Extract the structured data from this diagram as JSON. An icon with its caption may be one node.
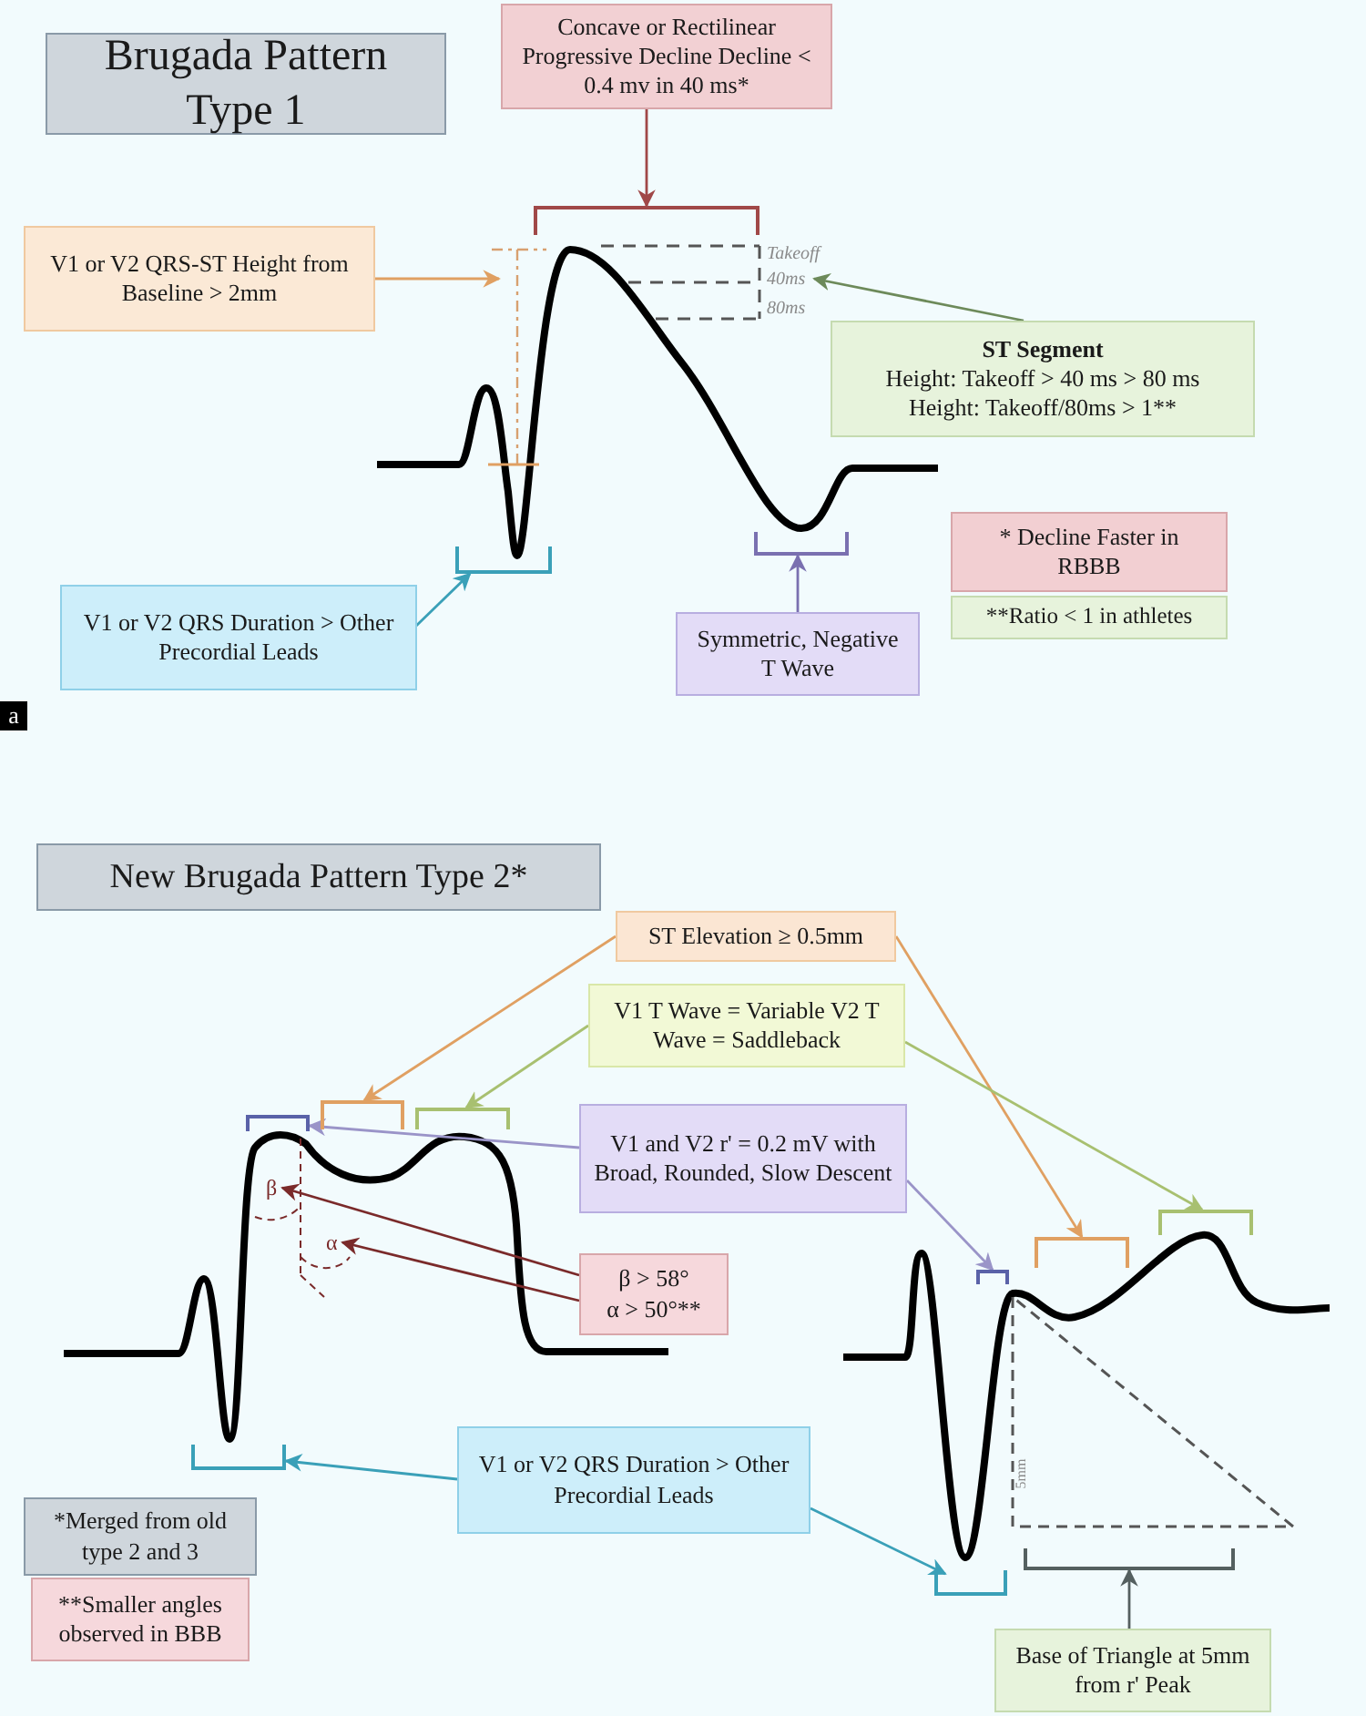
{
  "diagram": {
    "nodes": [
      {
        "text": [
          "Brugada Pattern Type 1"
        ]
      },
      {
        "text": [
          "Concave or Rectilinear Progressive Decline Decline < 0.4 mv in 40 ms*"
        ]
      },
      {
        "text": [
          "V1 or V2 QRS-ST Height from Baseline > 2mm"
        ]
      },
      {
        "text": [
          "ST Segment",
          "Height: Takeoff > 40 ms > 80 ms",
          "Height: Takeoff/80ms > 1**"
        ]
      },
      {
        "text": [
          "* Decline Faster in RBBB"
        ]
      },
      {
        "text": [
          "**Ratio < 1 in athletes"
        ]
      },
      {
        "text": [
          "V1 or V2 QRS Duration > Other Precordial Leads"
        ]
      },
      {
        "text": [
          "Symmetric, Negative T Wave"
        ]
      },
      {
        "text": [],
        "shape": "bracket"
      },
      {
        "text": [],
        "shape": "bracket"
      },
      {
        "text": [],
        "shape": "bracket"
      },
      {
        "text": [
          "New Brugada Pattern Type 2*"
        ]
      },
      {
        "text": [
          "ST Elevation ≥ 0.5mm"
        ]
      },
      {
        "text": [
          "V1 T Wave = Variable V2 T Wave = Saddleback"
        ]
      },
      {
        "text": [
          "V1 and V2 r' = 0.2 mV with Broad, Rounded, Slow Descent"
        ]
      },
      {
        "text": [
          "β > 58°",
          "α > 50°**"
        ]
      },
      {
        "text": [
          "V1 or V2 QRS Duration > Other Precordial Leads"
        ]
      },
      {
        "text": [
          "*Merged from old type 2 and 3"
        ]
      },
      {
        "text": [
          "**Smaller angles observed in BBB"
        ]
      },
      {
        "text": [
          "Base of Triangle at 5mm from r' Peak"
        ]
      },
      {
        "text": [],
        "shape": "bracket"
      },
      {
        "text": [],
        "shape": "bracket"
      },
      {
        "text": [],
        "shape": "bracket"
      },
      {
        "text": [],
        "shape": "bracket"
      },
      {
        "text": [],
        "shape": "bracket"
      },
      {
        "text": [],
        "shape": "bracket"
      },
      {
        "text": [],
        "shape": "bracket"
      },
      {
        "text": [],
        "shape": "bracket"
      },
      {
        "text": [],
        "shape": "bracket"
      },
      {
        "text": [
          "40ms"
        ]
      },
      {
        "text": [
          "β"
        ]
      },
      {
        "text": [
          "α"
        ]
      }
    ],
    "edges": [
      {
        "from": 1,
        "to": 8,
        "arrow": "to",
        "color": "#a04848"
      },
      {
        "from": 2,
        "to": null,
        "arrow": "to",
        "color": "#e0a062"
      },
      {
        "from": 3,
        "to": 29,
        "arrow": "to",
        "color": "#6d8a5a"
      },
      {
        "from": 6,
        "to": 9,
        "arrow": "to",
        "color": "#3aa0b8"
      },
      {
        "from": 7,
        "to": 10,
        "arrow": "to",
        "color": "#7a70b0"
      },
      {
        "from": 12,
        "to": 21,
        "arrow": "to",
        "color": "#e0a062"
      },
      {
        "from": 12,
        "to": 25,
        "arrow": "to",
        "color": "#e0a062"
      },
      {
        "from": 13,
        "to": 22,
        "arrow": "to",
        "color": "#a8c070"
      },
      {
        "from": 13,
        "to": 26,
        "arrow": "to",
        "color": "#a8c070"
      },
      {
        "from": 14,
        "to": 20,
        "arrow": "to",
        "color": "#9a94c8"
      },
      {
        "from": 14,
        "to": 24,
        "arrow": "to",
        "color": "#9a94c8"
      },
      {
        "from": 15,
        "to": 30,
        "arrow": "to",
        "color": "#7a2a2a"
      },
      {
        "from": 15,
        "to": 31,
        "arrow": "to",
        "color": "#7a2a2a"
      },
      {
        "from": 16,
        "to": 23,
        "arrow": "to",
        "color": "#3aa0b8"
      },
      {
        "from": 16,
        "to": 27,
        "arrow": "to",
        "color": "#3aa0b8"
      },
      {
        "from": 19,
        "to": 28,
        "arrow": "to",
        "color": "#556060"
      }
    ],
    "labels": [
      "a",
      "Takeoff",
      "80ms",
      "5mm"
    ]
  }
}
